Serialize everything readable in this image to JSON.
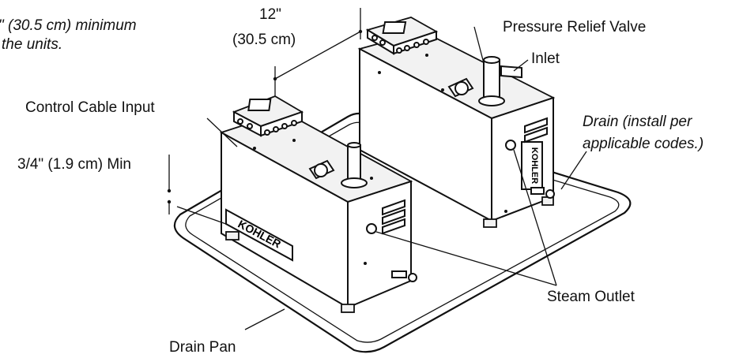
{
  "labels": {
    "spacing_note_line1": "\" (30.5 cm) minimum",
    "spacing_note_line2": "the units.",
    "gap_top": "12\"",
    "gap_bottom": "(30.5 cm)",
    "pressure_relief_valve": "Pressure Relief Valve",
    "inlet": "Inlet",
    "control_cable_input": "Control Cable Input",
    "drain_line1": "Drain (install per",
    "drain_line2": "applicable codes.)",
    "min_clearance": "3/4\" (1.9 cm) Min",
    "steam_outlet": "Steam Outlet",
    "drain_pan": "Drain Pan",
    "brand_front": "KOHLER",
    "brand_back": "KOHLER"
  },
  "colors": {
    "ink": "#111111",
    "paper": "#ffffff",
    "panel_shade": "#f2f2f2"
  }
}
